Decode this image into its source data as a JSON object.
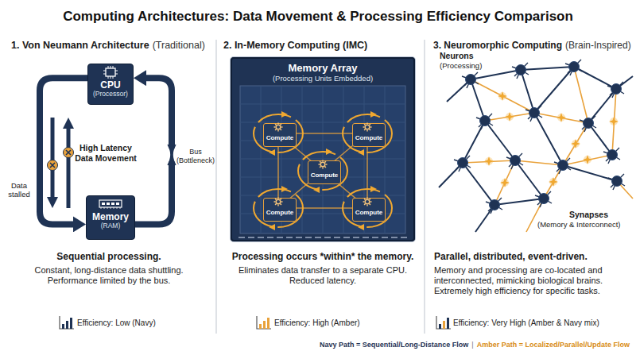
{
  "diagram": {
    "title": "Computing Architectures: Data Movement & Processing Efficiency Comparison",
    "nodes": [
      {
        "text": [
          "CPU",
          "(Processor)"
        ]
      },
      {
        "text": [
          "Memory",
          "(RAM)"
        ]
      },
      {
        "text": [
          "Memory Array",
          "(Processing Units Embedded)"
        ]
      },
      {
        "text": [
          "Compute"
        ],
        "in": 2
      },
      {
        "text": [
          "Compute"
        ],
        "in": 2
      },
      {
        "text": [
          "Compute"
        ],
        "in": 2
      },
      {
        "text": [
          "Compute"
        ],
        "in": 2
      },
      {
        "text": [
          "Compute"
        ],
        "in": 2
      }
    ],
    "edges": [
      {
        "from": 0,
        "to": 1,
        "arrow": "to"
      },
      {
        "from": 1,
        "to": 0,
        "arrow": "to"
      }
    ],
    "labels": [
      "1. Von Neumann Architecture",
      "(Traditional)",
      "2. In-Memory Computing (IMC)",
      "3. Neuromorphic Computing",
      "(Brain-Inspired)",
      "Neurons",
      "(Processing)",
      "Data stalled",
      "High Latency Data Movement",
      "Bus (Bottleneck)",
      "Sequential processing.",
      "Constant, long-distance data shuttling. Performance limited by the bus.",
      "Efficiency: Low (Navy)",
      "Processing occurs *within* the memory.",
      "Eliminates data transfer to a separate CPU. Reduced latency.",
      "Efficiency: High (Amber)",
      "Synapses",
      "(Memory & Interconnect)",
      "Parallel, distributed, event-driven.",
      "Memory and processing are co-located and interconnected, mimicking biological brains. Extremely high efficiency for specific tasks.",
      "Efficiency: Very High (Amber & Navy mix)",
      "Navy Path = Sequential/Long-Distance Flow",
      "|",
      "Amber Path = Localized/Parallel/Update Flow"
    ]
  }
}
